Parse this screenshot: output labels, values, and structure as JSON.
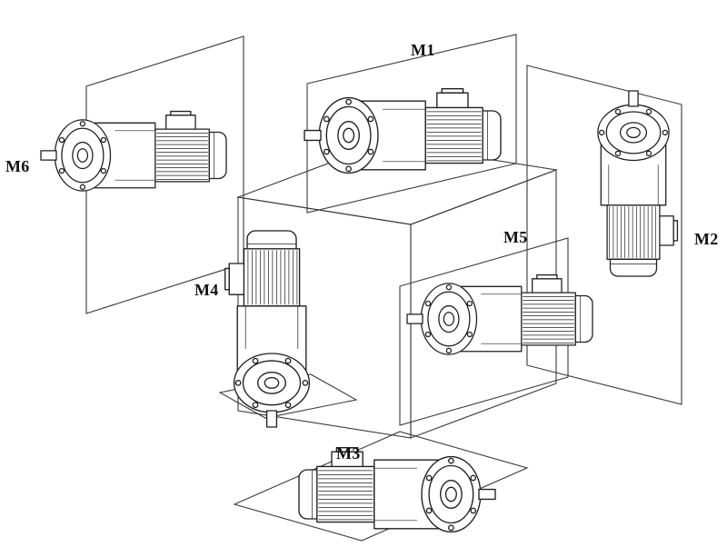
{
  "colors": {
    "line": "#1f1f1f",
    "construction_line": "#3a3a3a",
    "background": "#ffffff",
    "label_text": "#111111"
  },
  "units": [
    {
      "label": "M1",
      "orientation": "horizontal gearmotor, output shaft left, top position"
    },
    {
      "label": "M2",
      "orientation": "vertical gearmotor, output shaft up, right position"
    },
    {
      "label": "M3",
      "orientation": "horizontal gearmotor, output shaft right, bottom position"
    },
    {
      "label": "M4",
      "orientation": "vertical gearmotor, output shaft down, left front position"
    },
    {
      "label": "M5",
      "orientation": "horizontal gearmotor, output shaft left, front right position"
    },
    {
      "label": "M6",
      "orientation": "horizontal gearmotor, output shaft left, far left position"
    }
  ]
}
